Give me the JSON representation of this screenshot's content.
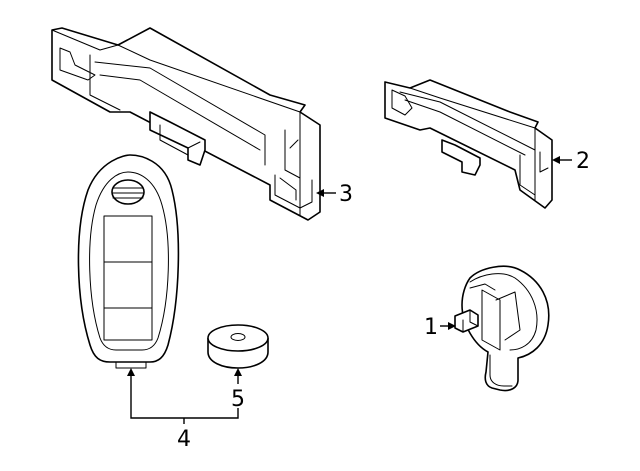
{
  "callouts": {
    "c1": "1",
    "c2": "2",
    "c3": "3",
    "c4": "4",
    "c5": "5"
  },
  "parts": [
    {
      "callout": "1",
      "icon": "sensor-icon"
    },
    {
      "callout": "2",
      "icon": "antenna-bracket-small-icon"
    },
    {
      "callout": "3",
      "icon": "antenna-bracket-large-icon"
    },
    {
      "callout": "4",
      "icon": "key-fob-icon"
    },
    {
      "callout": "5",
      "icon": "battery-icon"
    }
  ],
  "colors": {
    "line": "#000000",
    "background": "#ffffff"
  }
}
